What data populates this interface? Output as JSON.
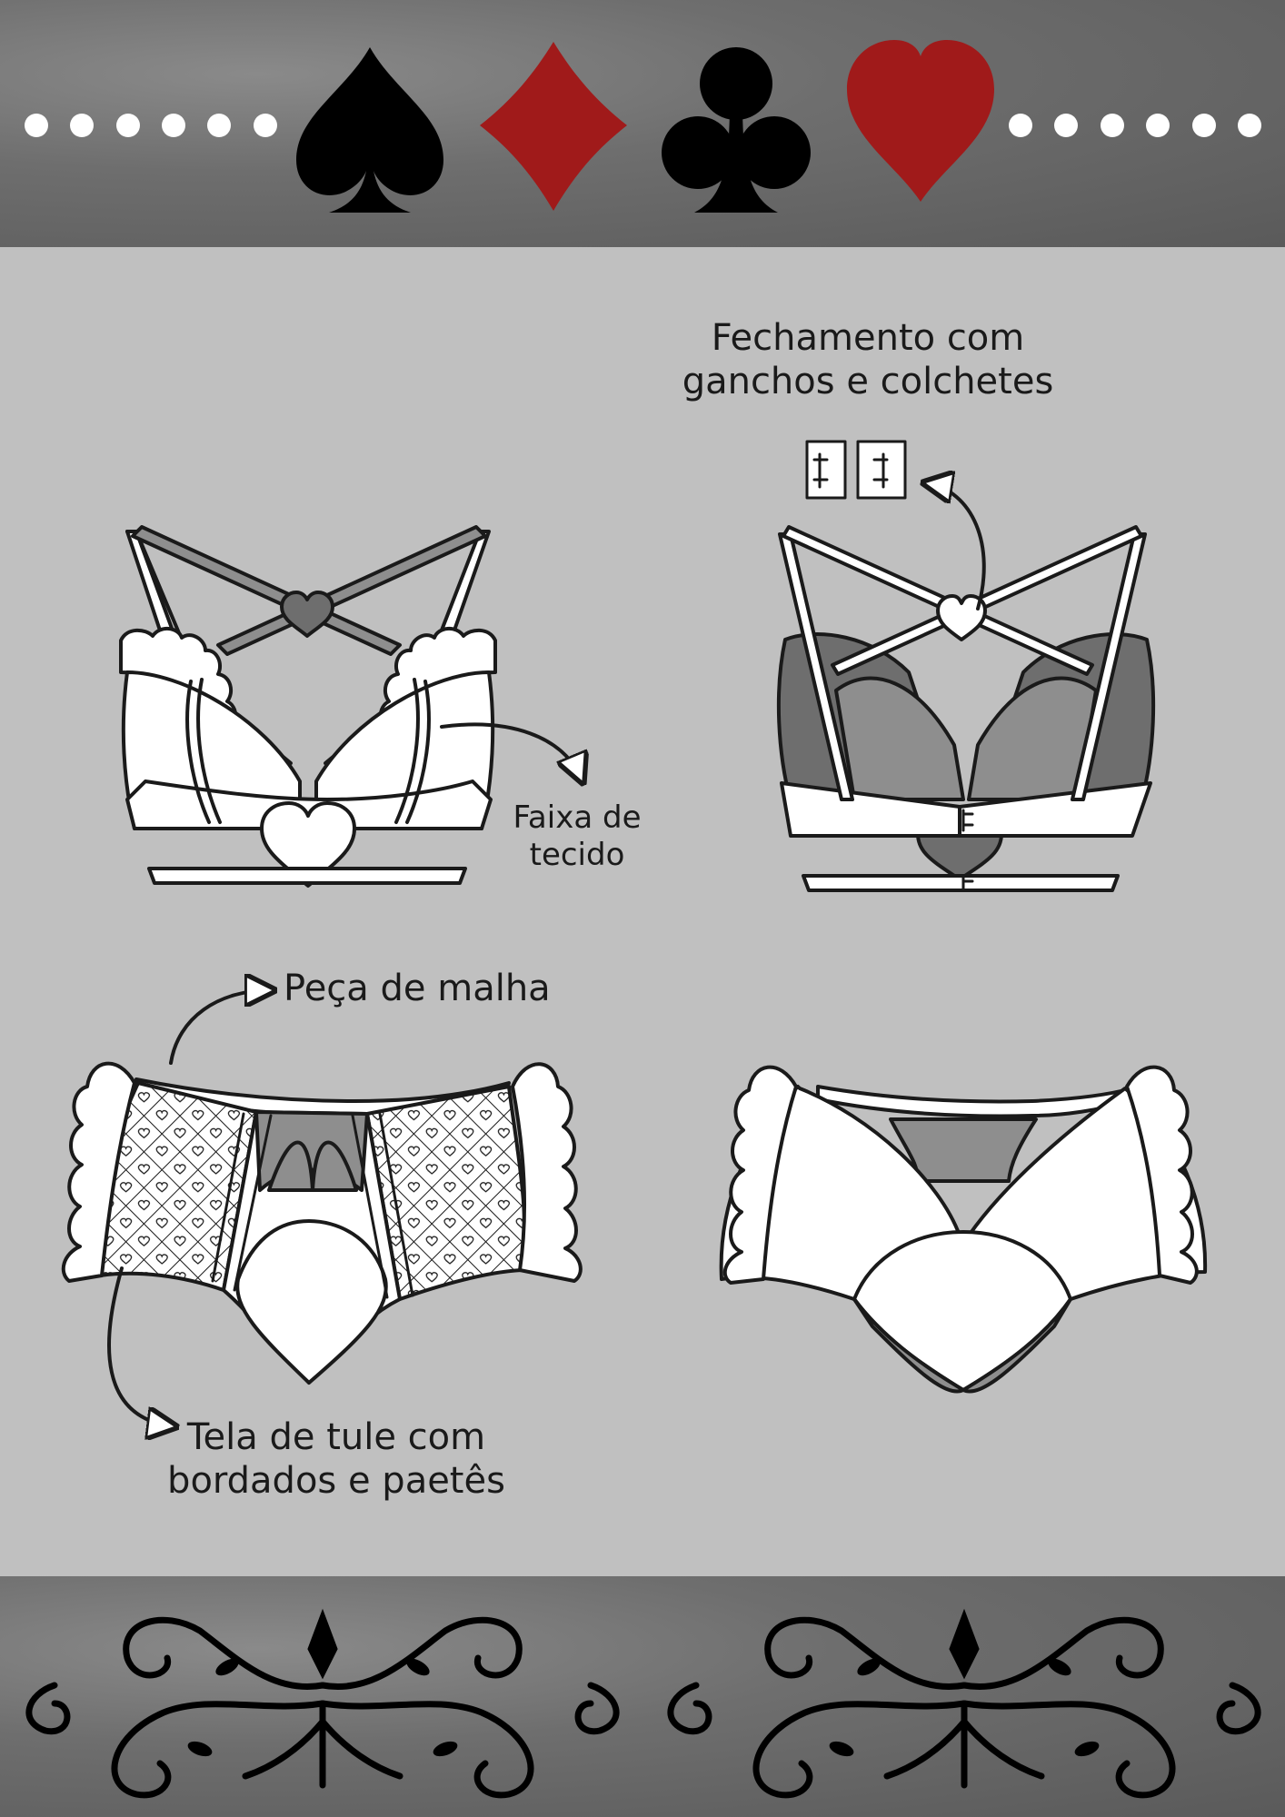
{
  "header": {
    "suits": [
      {
        "name": "spade",
        "color": "#000000"
      },
      {
        "name": "diamond",
        "color": "#a01a1a"
      },
      {
        "name": "club",
        "color": "#000000"
      },
      {
        "name": "heart",
        "color": "#a01a1a"
      }
    ],
    "dot_color": "#ffffff"
  },
  "annotations": {
    "closure": {
      "line1": "Fechamento com",
      "line2": "ganchos e colchetes"
    },
    "fabric_band": {
      "line1": "Faixa de",
      "line2": "tecido"
    },
    "mesh_piece": {
      "text": "Peça de malha"
    },
    "tulle": {
      "line1": "Tela de tule com",
      "line2": "bordados e paetês"
    }
  },
  "colors": {
    "background": "#c0c0c0",
    "band": "#6b6b6b",
    "outline": "#1a1a1a",
    "fill_white": "#ffffff",
    "fill_dark": "#6e6e6e",
    "fill_mid": "#8e8e8e"
  }
}
